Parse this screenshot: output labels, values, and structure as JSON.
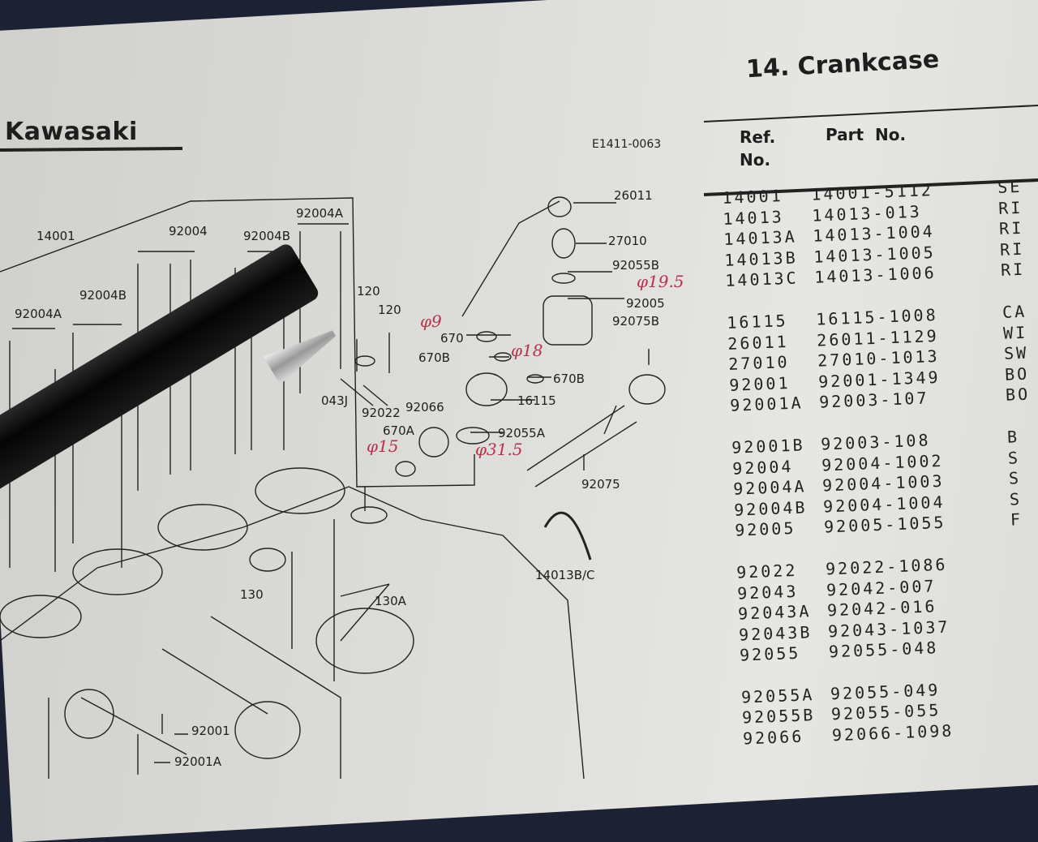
{
  "header": {
    "brand": "Kawasaki",
    "illustration_code": "E1411-0063",
    "section_title": "14.  Crankcase",
    "col_ref": "Ref.",
    "col_ref2": "No.",
    "col_part": "Part",
    "col_part2": "No."
  },
  "diagram_labels": {
    "l14001": "14001",
    "l92004": "92004",
    "l92004B_top": "92004B",
    "l92004A_top": "92004A",
    "l92004B_left": "92004B",
    "l92004A_left": "92004A",
    "l120a": "120",
    "l120b": "120",
    "l92022": "92022",
    "l92043": "043J",
    "l92066": "92066",
    "l670A": "670A",
    "l670": "670",
    "l670B": "670B",
    "l670B2": "670B",
    "l16115": "16115",
    "l92055A": "92055A",
    "l26011": "26011",
    "l27010": "27010",
    "l92055B": "92055B",
    "l92005": "92005",
    "l92075B": "92075B",
    "l92075": "92075",
    "l14013BC": "14013B/C",
    "l130": "130",
    "l130A": "130A",
    "l92001": "92001",
    "l92001A": "92001A"
  },
  "handwritten_notes": {
    "phi9": "φ9",
    "phi18": "φ18",
    "phi19_5": "φ19.5",
    "phi15": "φ15",
    "phi31_5": "φ31.5"
  },
  "parts_groups": [
    [
      {
        "ref": "14001",
        "part": "14001-5112",
        "desc": "SE"
      },
      {
        "ref": "14013",
        "part": "14013-013",
        "desc": "RI"
      },
      {
        "ref": "14013A",
        "part": "14013-1004",
        "desc": "RI"
      },
      {
        "ref": "14013B",
        "part": "14013-1005",
        "desc": "RI"
      },
      {
        "ref": "14013C",
        "part": "14013-1006",
        "desc": "RI"
      }
    ],
    [
      {
        "ref": "16115",
        "part": "16115-1008",
        "desc": "CA"
      },
      {
        "ref": "26011",
        "part": "26011-1129",
        "desc": "WI"
      },
      {
        "ref": "27010",
        "part": "27010-1013",
        "desc": "SW"
      },
      {
        "ref": "92001",
        "part": "92001-1349",
        "desc": "BO"
      },
      {
        "ref": "92001A",
        "part": "92003-107",
        "desc": "BO"
      }
    ],
    [
      {
        "ref": "92001B",
        "part": "92003-108",
        "desc": "B"
      },
      {
        "ref": "92004",
        "part": "92004-1002",
        "desc": "S"
      },
      {
        "ref": "92004A",
        "part": "92004-1003",
        "desc": "S"
      },
      {
        "ref": "92004B",
        "part": "92004-1004",
        "desc": "S"
      },
      {
        "ref": "92005",
        "part": "92005-1055",
        "desc": "F"
      }
    ],
    [
      {
        "ref": "92022",
        "part": "92022-1086",
        "desc": ""
      },
      {
        "ref": "92043",
        "part": "92042-007",
        "desc": ""
      },
      {
        "ref": "92043A",
        "part": "92042-016",
        "desc": ""
      },
      {
        "ref": "92043B",
        "part": "92043-1037",
        "desc": ""
      },
      {
        "ref": "92055",
        "part": "92055-048",
        "desc": ""
      }
    ],
    [
      {
        "ref": "92055A",
        "part": "92055-049",
        "desc": ""
      },
      {
        "ref": "92055B",
        "part": "92055-055",
        "desc": ""
      },
      {
        "ref": "92066",
        "part": "92066-1098",
        "desc": ""
      }
    ]
  ]
}
